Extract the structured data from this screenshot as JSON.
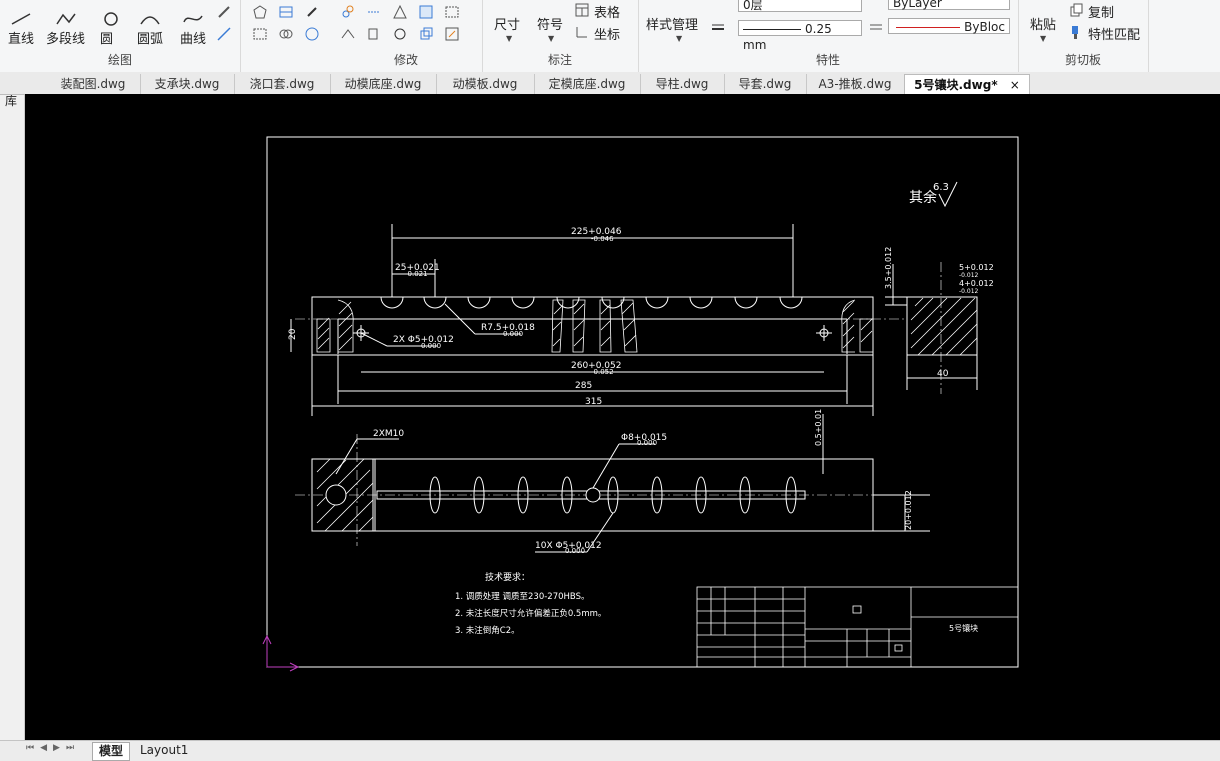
{
  "ribbon": {
    "draw": {
      "label": "绘图",
      "tools": [
        "直线",
        "多段线",
        "圆",
        "圆弧",
        "曲线"
      ]
    },
    "modify": {
      "label": "修改"
    },
    "annotate": {
      "label": "标注",
      "dimension": "尺寸",
      "symbol": "符号",
      "table": "表格",
      "coordinate": "坐标"
    },
    "properties": {
      "label": "特性",
      "style_manager": "样式管理",
      "lineweight": "0.25 mm",
      "layer_color": "ByLayer",
      "linetype": "ByBloc",
      "layer_name": "0层"
    },
    "clipboard": {
      "label": "剪切板",
      "paste": "粘贴",
      "copy": "复制",
      "match": "特性匹配"
    }
  },
  "side_panel_label": "图库",
  "tabs": [
    {
      "label": "装配图.dwg"
    },
    {
      "label": "支承块.dwg"
    },
    {
      "label": "浇口套.dwg"
    },
    {
      "label": "动模底座.dwg"
    },
    {
      "label": "动模板.dwg"
    },
    {
      "label": "定模底座.dwg"
    },
    {
      "label": "导柱.dwg"
    },
    {
      "label": "导套.dwg"
    },
    {
      "label": "A3-推板.dwg"
    },
    {
      "label": "5号镶块.dwg*",
      "active": true
    }
  ],
  "tab_close": "×",
  "drawing": {
    "roughness": "其余",
    "roughness_value": "6.3",
    "dims": {
      "d225": "225+0.046",
      "d225_low": "-0.046",
      "d25": "25+0.021",
      "d25_low": "-0.021",
      "d20": "20",
      "d2x5": "2X Φ5+0.012",
      "d2x5_low": "0.000",
      "r75": "R7.5+0.018",
      "r75_low": "0.000",
      "d260": "260+0.052",
      "d260_low": "-0.052",
      "d285": "285",
      "d315": "315",
      "d35": "3.5+0.012",
      "d35_low": "-0.012",
      "d5": "5+0.012",
      "d5_low": "-0.012",
      "d4": "4+0.012",
      "d4_low": "-0.012",
      "d40": "40",
      "m10": "2XM10",
      "d8": "Φ8+0.015",
      "d8_low": "0.000",
      "d05": "0.5+0.01",
      "d20b": "20+0.012",
      "d10x5": "10X Φ5+0.012",
      "d10x5_low": "0.000"
    },
    "tech_title": "技术要求：",
    "tech_notes": [
      "1. 调质处理 调质至230-270HBS。",
      "2. 未注长度尺寸允许偏差正负0.5mm。",
      "3. 未注倒角C2。"
    ],
    "title_name": "5号镶块"
  },
  "bottom": {
    "model_tab": "模型",
    "layout_tab": "Layout1"
  },
  "colors": {
    "canvas": "#000000",
    "line": "#ffffff",
    "ucs": "#c040c0"
  }
}
